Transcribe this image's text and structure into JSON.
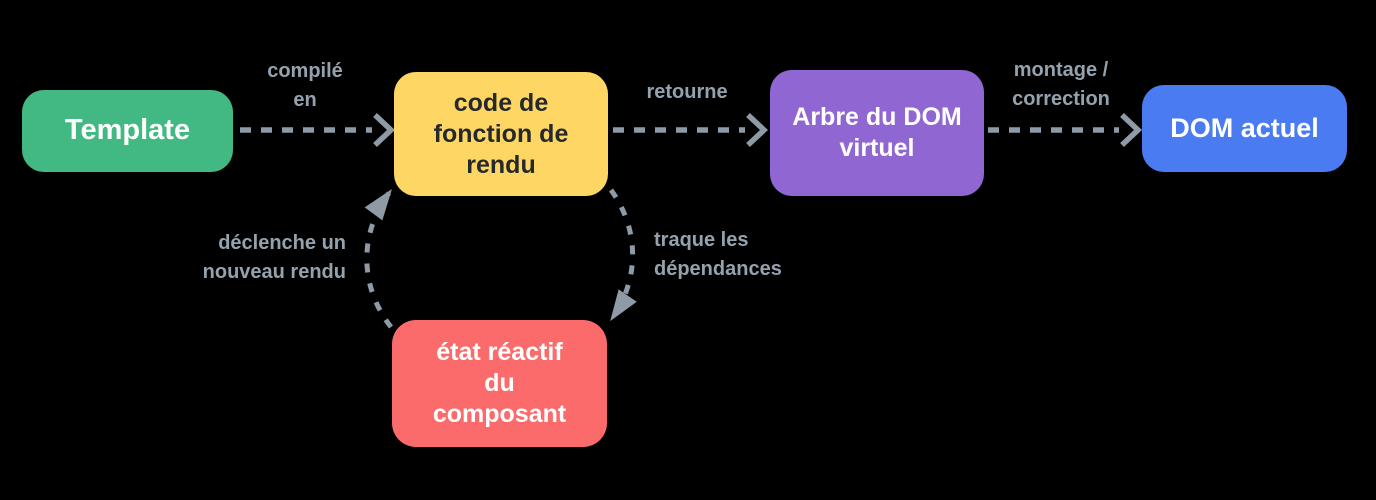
{
  "diagram": {
    "title": "Vue render pipeline (French)",
    "nodes": {
      "template": {
        "label": "Template"
      },
      "render_code": {
        "label": "code de\nfonction de\nrendu"
      },
      "vdom": {
        "label": "Arbre du DOM\nvirtuel"
      },
      "dom": {
        "label": "DOM actuel"
      },
      "state": {
        "label": "état réactif\ndu\ncomposant"
      }
    },
    "edges": {
      "compile": {
        "label": "compilé\nen",
        "from": "template",
        "to": "render_code"
      },
      "returns": {
        "label": "retourne",
        "from": "render_code",
        "to": "vdom"
      },
      "mount": {
        "label": "montage /\ncorrection",
        "from": "vdom",
        "to": "dom"
      },
      "trigger": {
        "label": "déclenche un\nnouveau rendu",
        "from": "state",
        "to": "render_code"
      },
      "track": {
        "label": "traque les\ndépendances",
        "from": "render_code",
        "to": "state"
      }
    },
    "colors": {
      "background": "#000000",
      "template": "#42b983",
      "render_code": "#fdd663",
      "vdom": "#9067d2",
      "dom": "#4a7bf0",
      "state": "#fc6b6b",
      "arrow": "#8e9ba7",
      "label": "#94a2ae",
      "node_text_light": "#ffffff",
      "node_text_dark": "#26292c"
    }
  }
}
